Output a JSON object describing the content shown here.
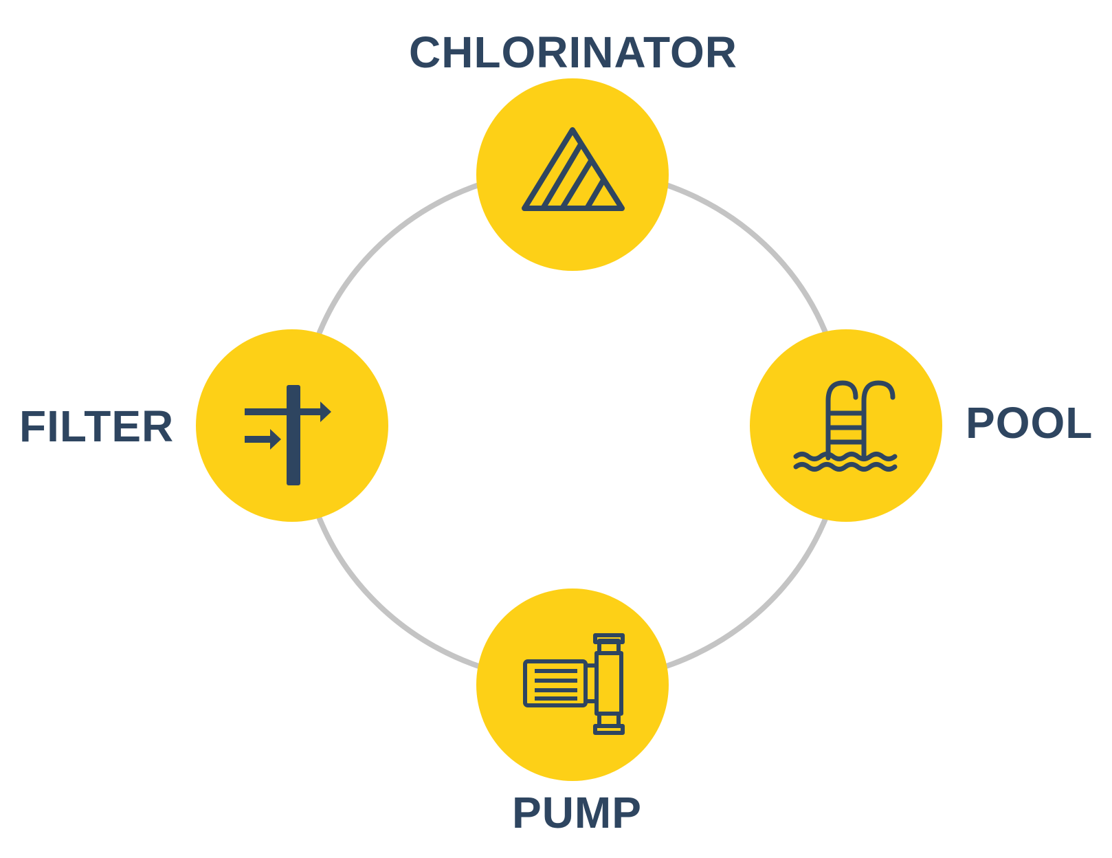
{
  "diagram": {
    "nodes": [
      {
        "id": "chlorinator",
        "label": "CHLORINATOR",
        "icon": "chlorine-tablet-icon"
      },
      {
        "id": "pool",
        "label": "POOL",
        "icon": "pool-ladder-icon"
      },
      {
        "id": "pump",
        "label": "PUMP",
        "icon": "water-pump-icon"
      },
      {
        "id": "filter",
        "label": "FILTER",
        "icon": "filter-flow-icon"
      }
    ],
    "cycle": [
      "chlorinator",
      "pool",
      "pump",
      "filter"
    ]
  },
  "colors": {
    "node_fill": "#FDD017",
    "icon_stroke": "#2E4560",
    "ring": "#C4C4C4",
    "label": "#2E4560",
    "background": "#FFFFFF"
  }
}
